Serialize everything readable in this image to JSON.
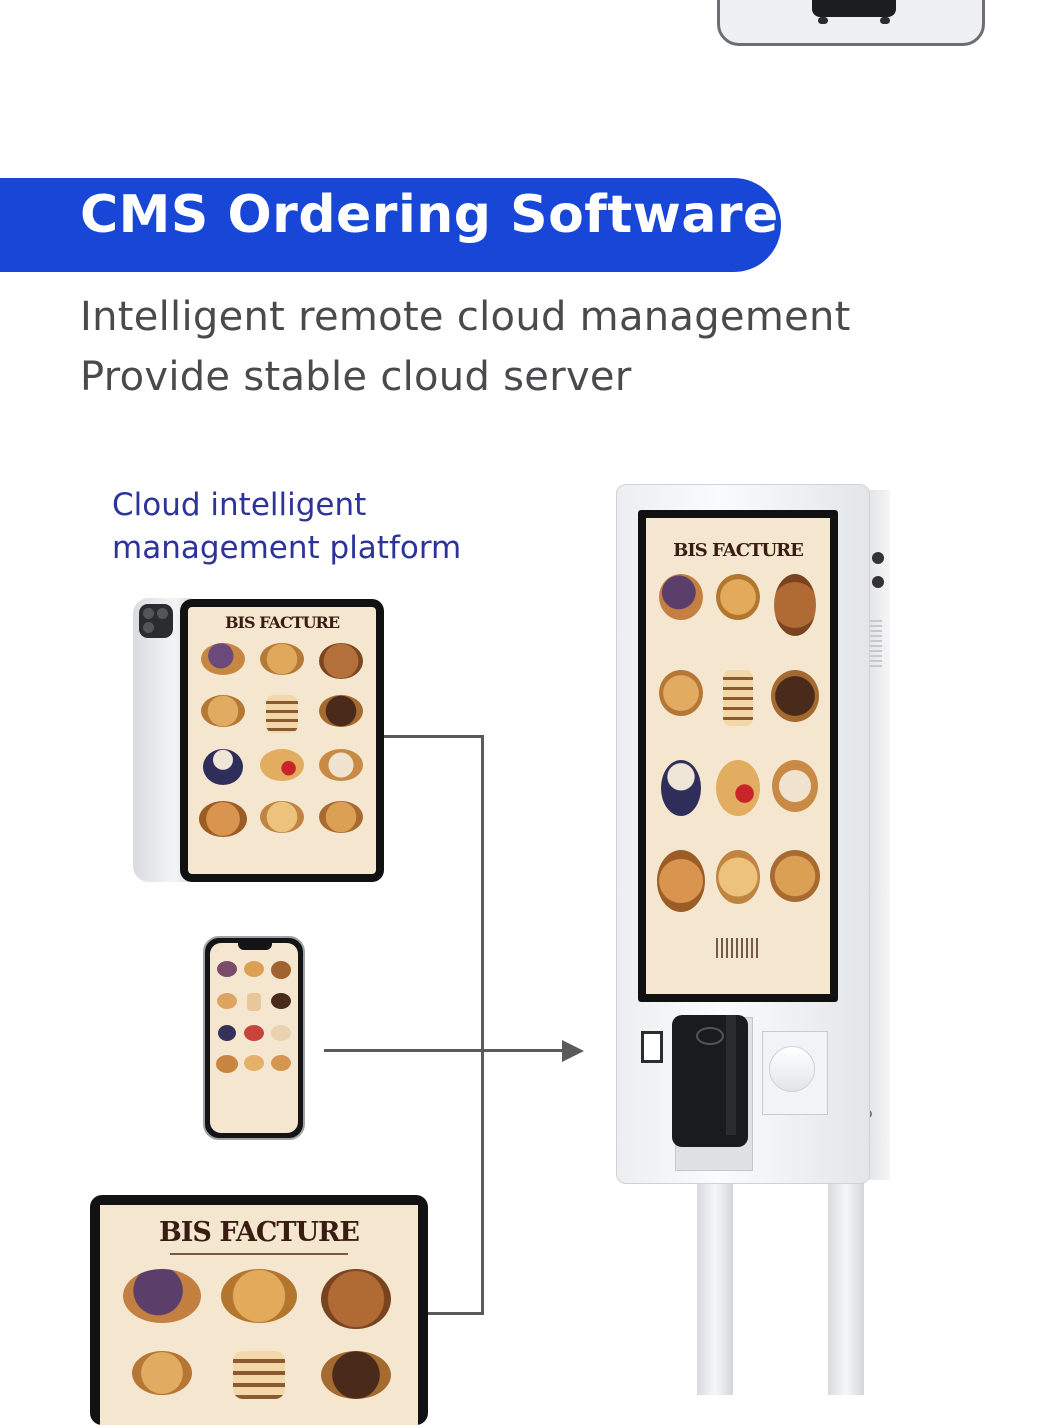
{
  "banner": {
    "title": "CMS Ordering Software"
  },
  "subtitle_lines": [
    "Intelligent remote cloud management",
    "Provide stable cloud server"
  ],
  "platform_label_lines": [
    "Cloud intelligent",
    "management platform"
  ],
  "menu_title": "BIS FACTURE",
  "colors": {
    "banner": "#1847d8",
    "platform_text": "#2d3398",
    "subtitle_text": "#4a4a4c",
    "menu_bg": "#f4e6cf"
  }
}
